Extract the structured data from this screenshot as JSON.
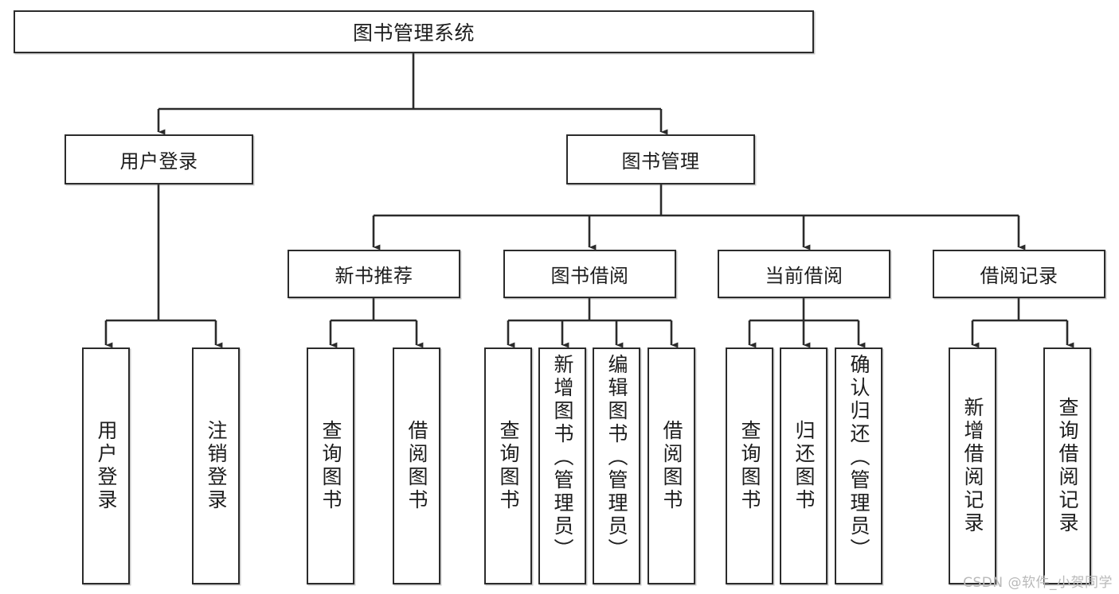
{
  "diagram": {
    "title": "图书管理系统",
    "type": "tree",
    "watermark": "CSDN @软件_小贺同学",
    "colors": {
      "stroke": "#2b2b2b",
      "fill": "#ffffff",
      "text": "#1d1d1d",
      "watermark": "#b9b9b9"
    },
    "root": {
      "label": "图书管理系统"
    },
    "level2": [
      {
        "label": "用户登录"
      },
      {
        "label": "图书管理"
      }
    ],
    "level3": [
      {
        "label": "新书推荐"
      },
      {
        "label": "图书借阅"
      },
      {
        "label": "当前借阅"
      },
      {
        "label": "借阅记录"
      }
    ],
    "leaves": {
      "user_login": [
        {
          "label": "用户登录"
        },
        {
          "label": "注销登录"
        }
      ],
      "new_book_recommend": [
        {
          "label": "查询图书"
        },
        {
          "label": "借阅图书"
        }
      ],
      "book_borrow": [
        {
          "label": "查询图书"
        },
        {
          "label": "新增图书（管理员）"
        },
        {
          "label": "编辑图书（管理员）"
        },
        {
          "label": "借阅图书"
        }
      ],
      "current_borrow": [
        {
          "label": "查询图书"
        },
        {
          "label": "归还图书"
        },
        {
          "label": "确认归还（管理员）"
        }
      ],
      "borrow_record": [
        {
          "label": "新增借阅记录"
        },
        {
          "label": "查询借阅记录"
        }
      ]
    }
  }
}
